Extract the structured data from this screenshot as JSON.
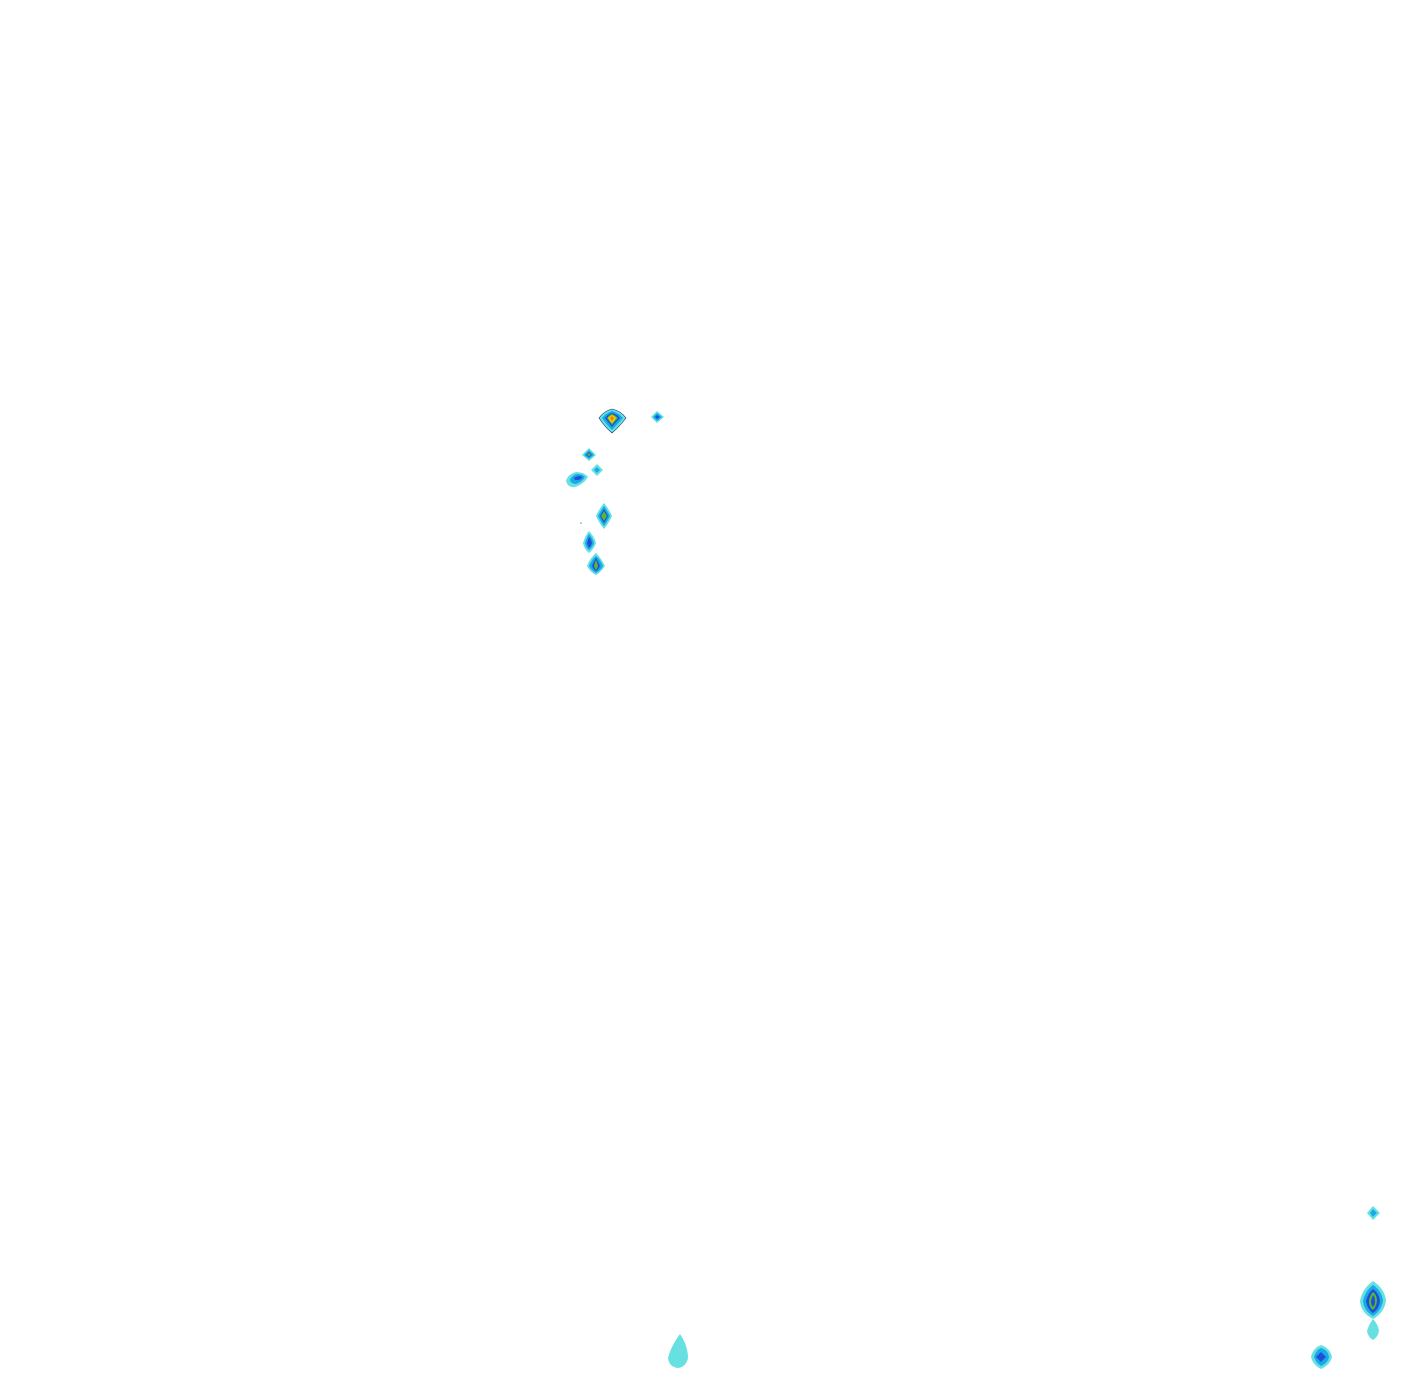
{
  "map": {
    "background": "#ffffff",
    "level_colors": {
      "l1": "#66e0e0",
      "l2": "#1aa9e8",
      "l3": "#1f4fd6",
      "l4": "#58b92f",
      "l5": "#f0d400",
      "l6": "#f07a10",
      "outline": "#0a2a6a"
    },
    "features": [
      {
        "id": "cell-a",
        "levels": 6
      },
      {
        "id": "cell-b",
        "levels": 3
      },
      {
        "id": "cell-c",
        "levels": 4
      },
      {
        "id": "cell-d",
        "levels": 2
      },
      {
        "id": "cell-e",
        "levels": 3
      },
      {
        "id": "cell-f",
        "levels": 4
      },
      {
        "id": "cell-g",
        "levels": 3
      },
      {
        "id": "cell-h",
        "levels": 4
      },
      {
        "id": "cell-i",
        "levels": 1
      },
      {
        "id": "cell-j",
        "levels": 2
      },
      {
        "id": "cell-k",
        "levels": 4
      },
      {
        "id": "cell-l",
        "levels": 1
      },
      {
        "id": "cell-m",
        "levels": 3
      }
    ]
  }
}
